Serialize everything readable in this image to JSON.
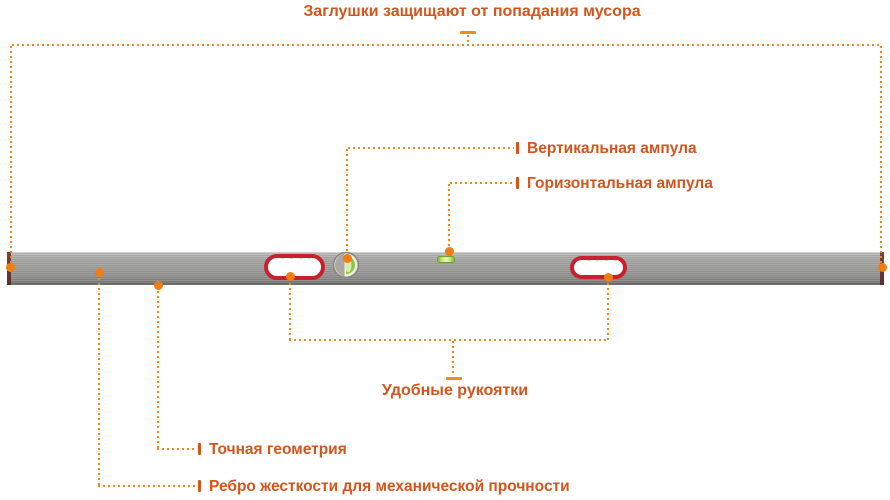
{
  "colors": {
    "leader_line": "#f0871c",
    "marker_dot": "#ef7d12",
    "label_text": "#d4551c",
    "handle_outline": "#c8202f",
    "vial_green": "#8dc63f",
    "level_body_gray": "#9c9c9a",
    "end_cap_maroon": "#5c2e2e"
  },
  "callouts": {
    "end_caps": {
      "label": "Заглушки защищают от попадания мусора"
    },
    "vertical_vial": {
      "label": "Вертикальная ампула"
    },
    "horizontal_vial": {
      "label": "Горизонтальная ампула"
    },
    "handles": {
      "label": "Удобные рукоятки"
    },
    "geometry": {
      "label": "Точная геометрия"
    },
    "rib": {
      "label": "Ребро жесткости для механической прочности"
    }
  }
}
